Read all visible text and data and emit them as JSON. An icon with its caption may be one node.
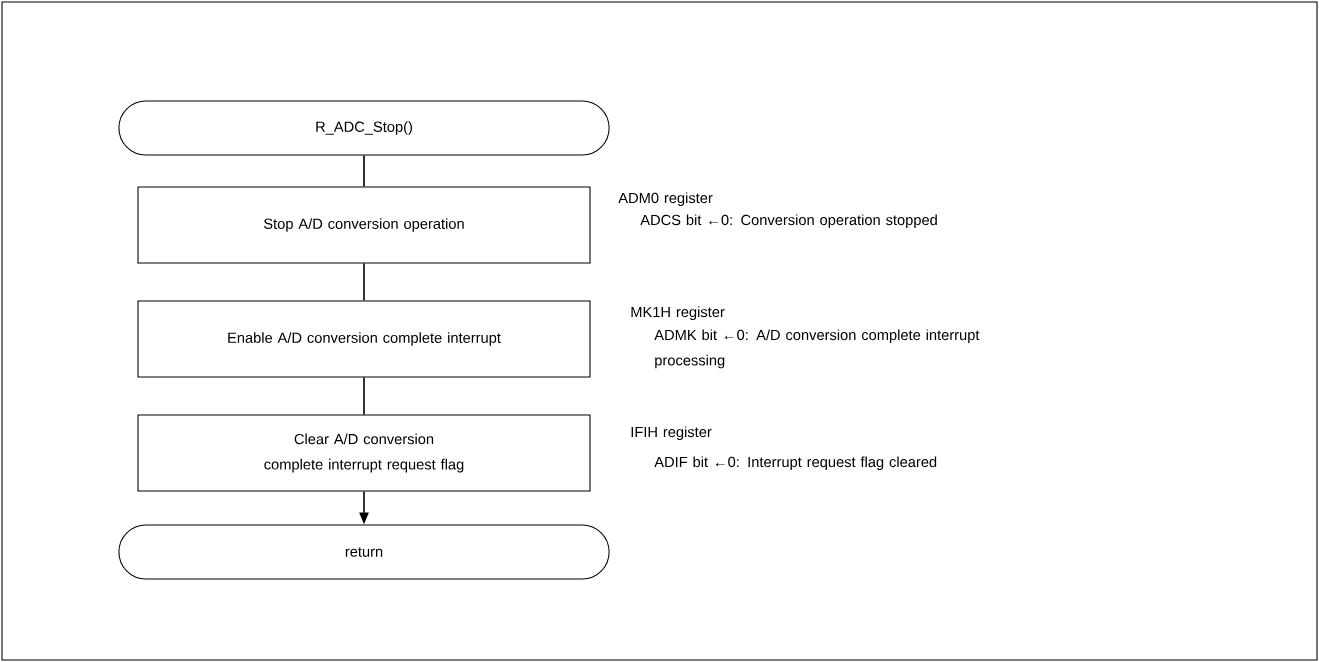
{
  "diagram": {
    "nodes": [
      {
        "text": [
          "R_ADC_Stop()"
        ]
      },
      {
        "text": [
          "Stop A/D conversion operation"
        ],
        "beside": [
          "ADM0 register",
          "ADCS bit ←0: Conversion operation stopped"
        ]
      },
      {
        "text": [
          "Enable A/D conversion complete interrupt"
        ],
        "beside": [
          "MK1H register",
          "ADMK bit ←0: A/D conversion complete interrupt processing"
        ]
      },
      {
        "text": [
          "Clear A/D conversion complete interrupt request flag"
        ],
        "beside": [
          "IFIH register",
          "ADIF bit ←0: Interrupt request flag cleared"
        ]
      },
      {
        "text": [
          "return"
        ]
      }
    ],
    "edges": [
      {
        "from": 0,
        "to": 1,
        "arrow": "none"
      },
      {
        "from": 1,
        "to": 2,
        "arrow": "none"
      },
      {
        "from": 2,
        "to": 3,
        "arrow": "none"
      },
      {
        "from": 3,
        "to": 4,
        "arrow": "to"
      }
    ]
  }
}
